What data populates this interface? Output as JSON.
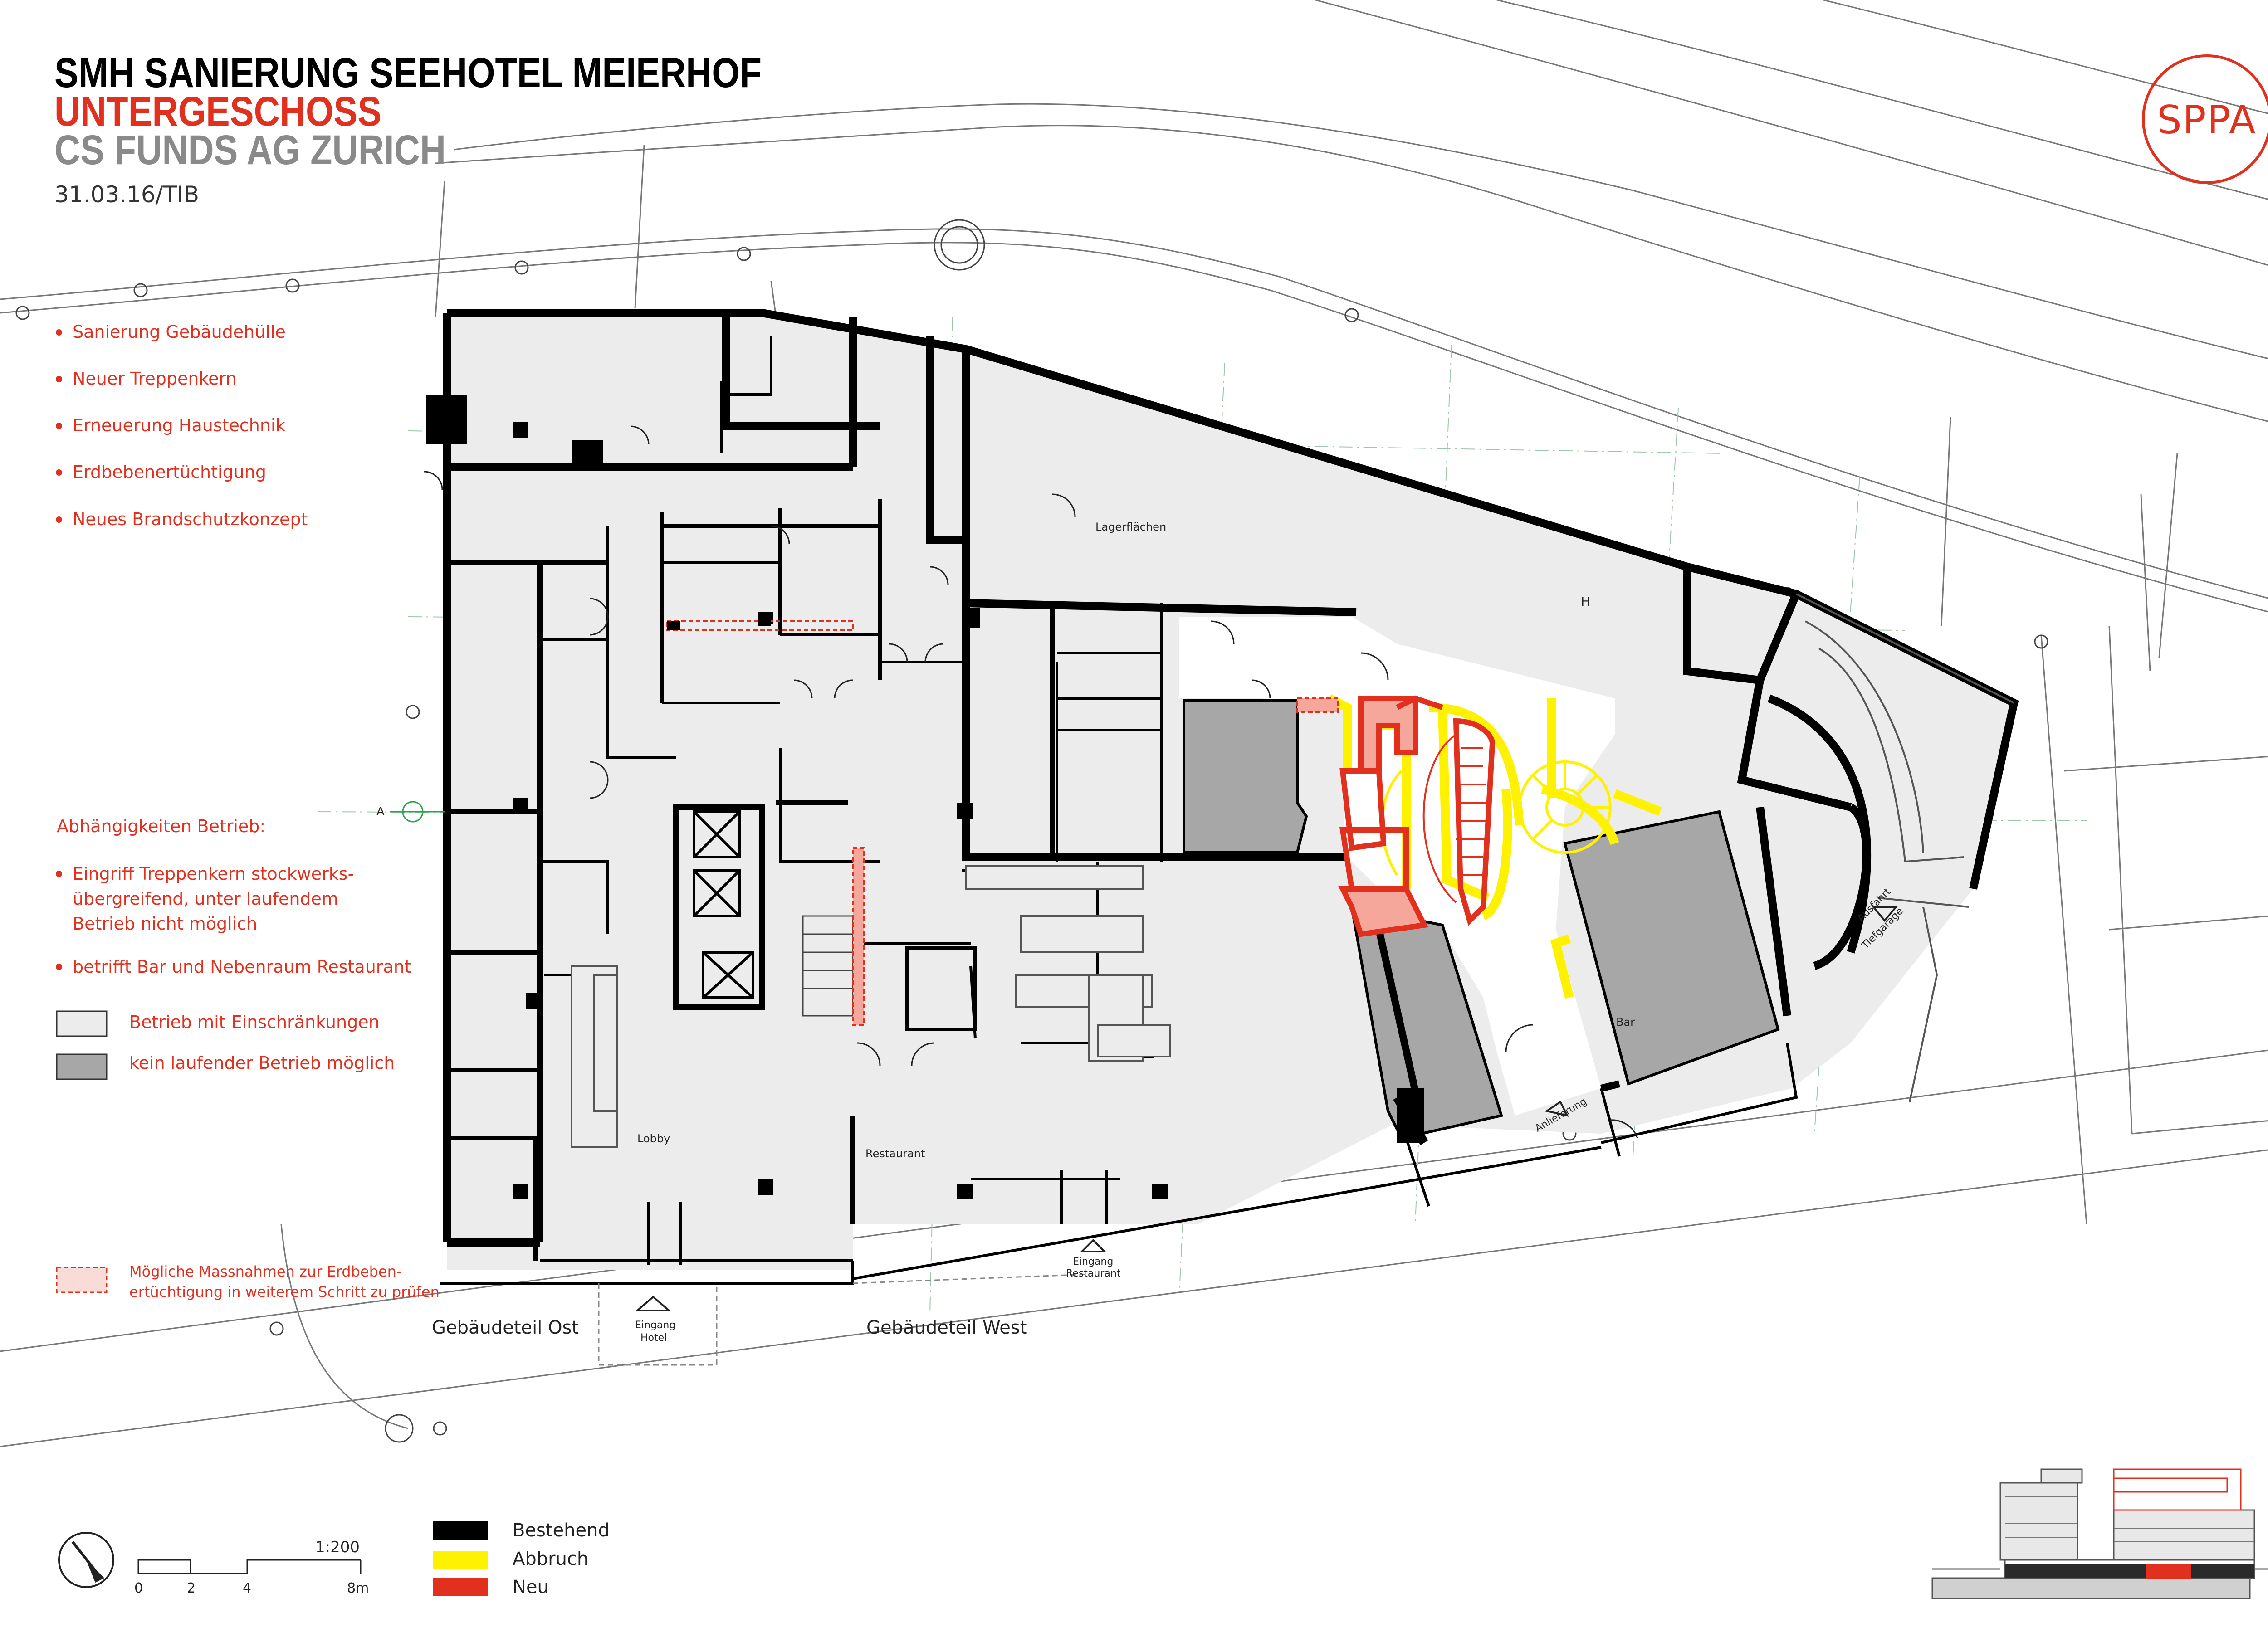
{
  "header": {
    "title_line1": "SMH SANIERUNG SEEHOTEL MEIERHOF",
    "title_line2": "UNTERGESCHOSS",
    "title_line3": "CS FUNDS AG ZURICH",
    "date": "31.03.16/TIB"
  },
  "logo": {
    "text": "SPPA"
  },
  "measures": {
    "items": [
      "Sanierung Gebäudehülle",
      "Neuer Treppenkern",
      "Erneuerung Haustechnik",
      "Erdbebenertüchtigung",
      "Neues Brandschutzkonzept"
    ]
  },
  "dependencies": {
    "heading": "Abhängigkeiten Betrieb:",
    "item1_line1": "Eingriff Treppenkern stockwerks-",
    "item1_line2": "übergreifend, unter laufendem",
    "item1_line3": "Betrieb nicht möglich",
    "item2": "betrifft Bar und Nebenraum Restaurant"
  },
  "operation_legend": {
    "light": "Betrieb mit Einschränkungen",
    "dark": "kein laufender Betrieb möglich",
    "light_color": "#ececec",
    "dark_color": "#a7a7a7"
  },
  "seismic_note": {
    "line1": "Mögliche Massnahmen zur Erdbeben-",
    "line2": "ertüchtigung in weiterem Schritt zu prüfen"
  },
  "wall_legend": {
    "existing": "Bestehend",
    "demolition": "Abbruch",
    "new": "Neu",
    "existing_color": "#000000",
    "demolition_color": "#fff200",
    "new_color": "#e2301f"
  },
  "scale": {
    "ratio": "1:200",
    "ticks": [
      "0",
      "2",
      "4",
      "8m"
    ]
  },
  "plan_labels": {
    "lagerflaechen": "Lagerflächen",
    "lobby": "Lobby",
    "restaurant": "Restaurant",
    "bar": "Bar",
    "gebaeudeteil_ost": "Gebäudeteil Ost",
    "gebaeudeteil_west": "Gebäudeteil West",
    "eingang_hotel_1": "Eingang",
    "eingang_hotel_2": "Hotel",
    "eingang_restaurant_1": "Eingang",
    "eingang_restaurant_2": "Restaurant",
    "anlieferung": "Anlieferung",
    "ausfahrt_1": "Ausfahrt",
    "ausfahrt_2": "Tiefgarage",
    "section_mark_a": "A",
    "section_mark_h": "H"
  },
  "icons": {
    "north_arrow": "north-arrow-icon",
    "section_diagram": "building-section-icon"
  }
}
